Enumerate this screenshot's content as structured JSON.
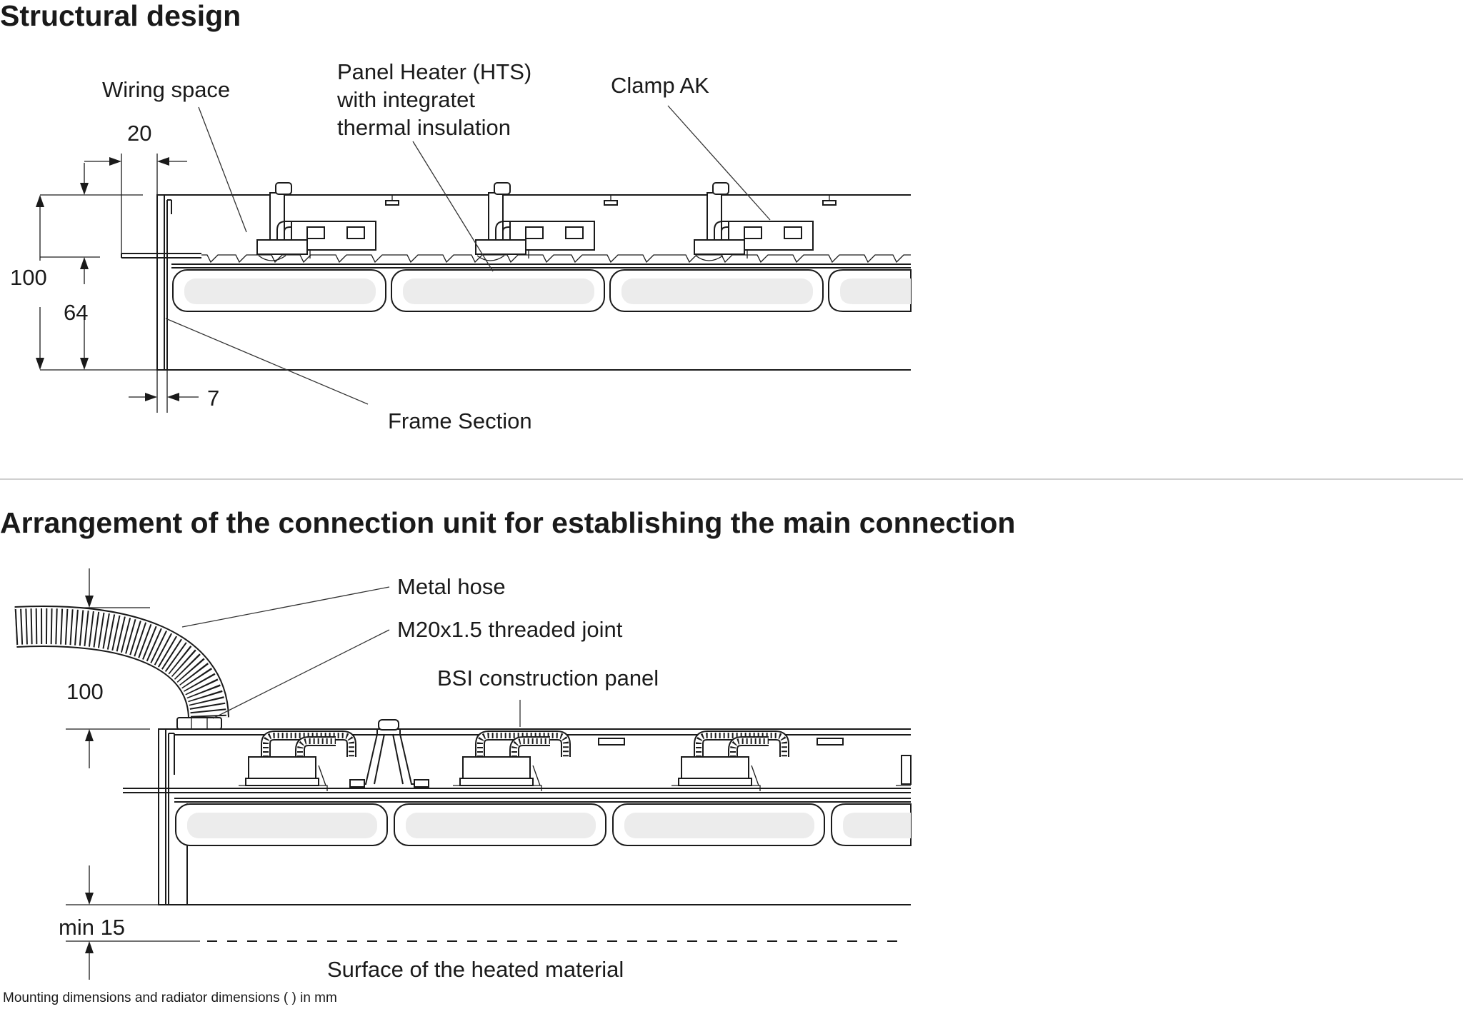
{
  "section1": {
    "title": "Structural design",
    "labels": {
      "wiring_space": "Wiring space",
      "panel_heater_line1": "Panel Heater (HTS)",
      "panel_heater_line2": "with integratet",
      "panel_heater_line3": "thermal insulation",
      "clamp": "Clamp AK",
      "frame_section": "Frame Section"
    },
    "dimensions": {
      "top_gap": "20",
      "total_height": "100",
      "panel_height": "64",
      "frame_width": "7"
    }
  },
  "section2": {
    "title": "Arrangement of the connection unit for establishing the main connection",
    "labels": {
      "metal_hose": "Metal hose",
      "threaded_joint": "M20x1.5 threaded joint",
      "bsi_panel": "BSI construction panel",
      "surface": "Surface of the heated material"
    },
    "dimensions": {
      "height": "100",
      "min_distance": "min 15"
    }
  },
  "footnote": "Mounting dimensions and radiator dimensions ( ) in mm",
  "colors": {
    "line": "#1a1a1a",
    "radiator_fill": "#ececec",
    "divider": "#d0d0d0"
  }
}
